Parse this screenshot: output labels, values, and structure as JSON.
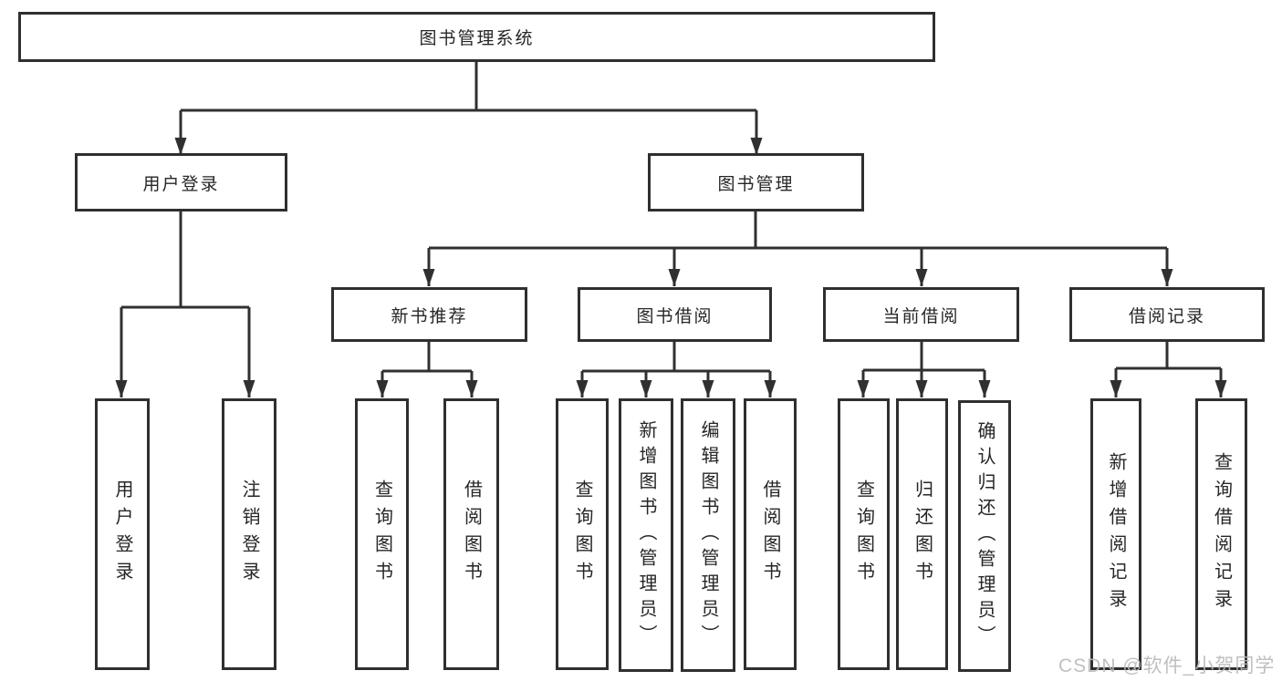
{
  "diagram": {
    "root": {
      "label": "图书管理系统"
    },
    "level2": [
      {
        "id": "user-login",
        "label": "用户登录"
      },
      {
        "id": "book-management",
        "label": "图书管理"
      }
    ],
    "level3": [
      {
        "id": "new-book-recommend",
        "label": "新书推荐"
      },
      {
        "id": "book-borrowing",
        "label": "图书借阅"
      },
      {
        "id": "current-borrowing",
        "label": "当前借阅"
      },
      {
        "id": "borrowing-records",
        "label": "借阅记录"
      }
    ],
    "leaves": [
      {
        "id": "user-login",
        "label": "用户登录"
      },
      {
        "id": "logout",
        "label": "注销登录"
      },
      {
        "id": "query-books-recommend",
        "label": "查询图书"
      },
      {
        "id": "borrow-books-recommend",
        "label": "借阅图书"
      },
      {
        "id": "query-books-borrow",
        "label": "查询图书"
      },
      {
        "id": "add-books-admin",
        "label": "新增图书（管理员）"
      },
      {
        "id": "edit-books-admin",
        "label": "编辑图书（管理员）"
      },
      {
        "id": "borrow-books",
        "label": "借阅图书"
      },
      {
        "id": "query-books-current",
        "label": "查询图书"
      },
      {
        "id": "return-books",
        "label": "归还图书"
      },
      {
        "id": "confirm-return-admin",
        "label": "确认归还（管理员）"
      },
      {
        "id": "add-borrow-record",
        "label": "新增借阅记录"
      },
      {
        "id": "query-borrow-record",
        "label": "查询借阅记录"
      }
    ]
  },
  "watermark": {
    "text": "CSDN @软件_小贺同学"
  },
  "colors": {
    "line": "#303030",
    "text": "#262626",
    "background": "#ffffff",
    "watermark": "#b9b9b9"
  }
}
